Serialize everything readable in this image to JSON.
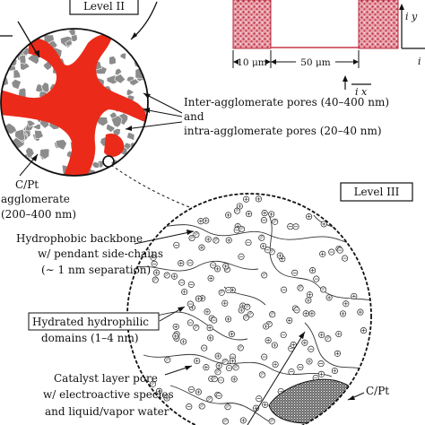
{
  "labels": {
    "level2": "Level II",
    "level3": "Level III",
    "inter_pores_1": "Inter-agglomerate pores (40–400 nm)",
    "inter_pores_2": "and",
    "inter_pores_3": "intra-agglomerate pores (20–40 nm)",
    "cpt_agg_1": "C/Pt",
    "cpt_agg_2": "agglomerate",
    "cpt_agg_3": "(200–400 nm)",
    "backbone_1": "Hydrophobic backbone",
    "backbone_2": "w/ pendant side-chains",
    "backbone_3": "(∼ 1 nm separation)",
    "hydrated_1": "Hydrated hydrophilic",
    "hydrated_2": "domains (1–4 nm)",
    "catalyst_1": "Catalyst layer pore",
    "catalyst_2": "w/ electroactive species",
    "catalyst_3": "and liquid/vapor water",
    "cpt": "C/Pt",
    "dim_10": "10 μm",
    "dim_50": "50 μm",
    "axis_ix": "i x",
    "axis_iy": "i y",
    "axis_i_right": "i"
  },
  "colors": {
    "ionomer": "#ec2a1a",
    "agglomerate": "#8c8c8c",
    "electrode": "#d45a6a"
  }
}
